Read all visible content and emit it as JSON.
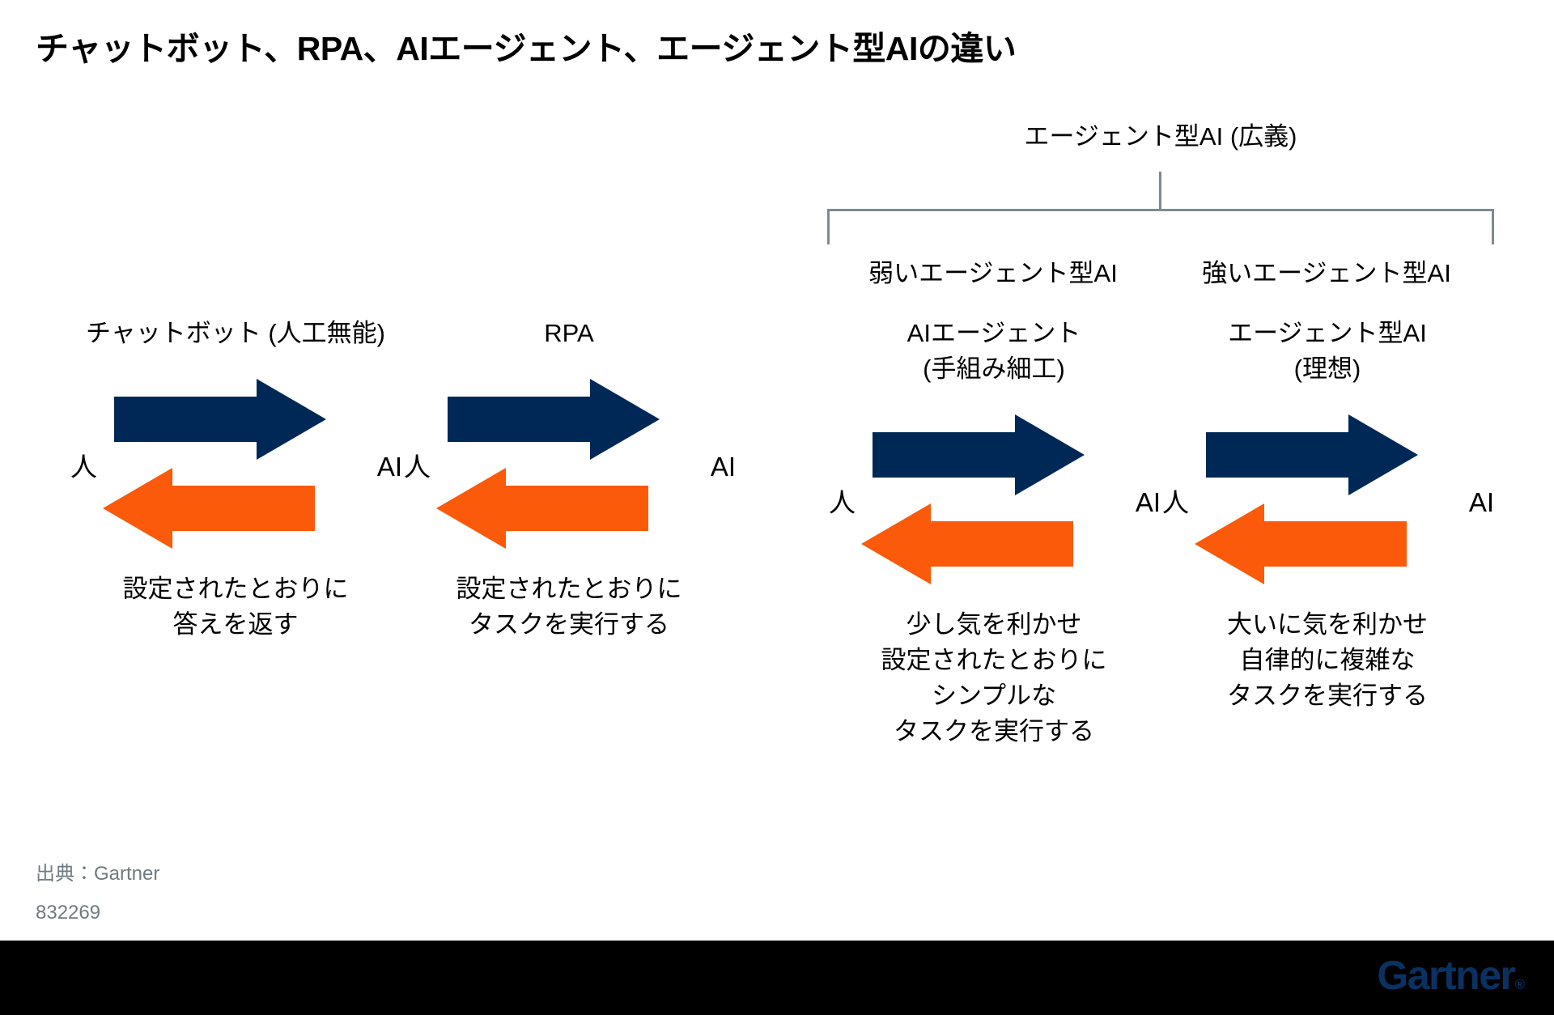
{
  "slide": {
    "title": "チャットボット、RPA、AIエージェント、エージェント型AIの違い",
    "background": "#ffffff"
  },
  "colors": {
    "arrow_forward": "#002856",
    "arrow_backward": "#FA5A0A",
    "bracket": "#7d8b8f",
    "source_text": "#6f7b80",
    "footer_bar": "#000000",
    "logo": "#0a3161"
  },
  "grouping": {
    "umbrella_label": "エージェント型AI (広義)",
    "sub_groups": [
      {
        "label": "弱いエージェント型AI"
      },
      {
        "label": "強いエージェント型AI"
      }
    ]
  },
  "columns": [
    {
      "title_line1": "チャットボット (人工無能)",
      "title_line2": "",
      "human_label": "人",
      "ai_label": "AI",
      "forward_arrow": "arrow-right-icon",
      "backward_arrow": "arrow-left-icon",
      "caption_lines": [
        "設定されたとおりに",
        "答えを返す"
      ]
    },
    {
      "title_line1": "RPA",
      "title_line2": "",
      "human_label": "人",
      "ai_label": "AI",
      "forward_arrow": "arrow-right-icon",
      "backward_arrow": "arrow-left-icon",
      "caption_lines": [
        "設定されたとおりに",
        "タスクを実行する"
      ]
    },
    {
      "title_line1": "AIエージェント",
      "title_line2": "(手組み細工)",
      "human_label": "人",
      "ai_label": "AI",
      "forward_arrow": "arrow-right-icon",
      "backward_arrow": "arrow-left-icon",
      "caption_lines": [
        "少し気を利かせ",
        "設定されたとおりに",
        "シンプルな",
        "タスクを実行する"
      ]
    },
    {
      "title_line1": "エージェント型AI",
      "title_line2": "(理想)",
      "human_label": "人",
      "ai_label": "AI",
      "forward_arrow": "arrow-right-icon",
      "backward_arrow": "arrow-left-icon",
      "caption_lines": [
        "大いに気を利かせ",
        "自律的に複雑な",
        "タスクを実行する"
      ]
    }
  ],
  "footer": {
    "source": "出典：Gartner",
    "id": "832269",
    "logo_text": "Gartner",
    "logo_mark": "®"
  }
}
